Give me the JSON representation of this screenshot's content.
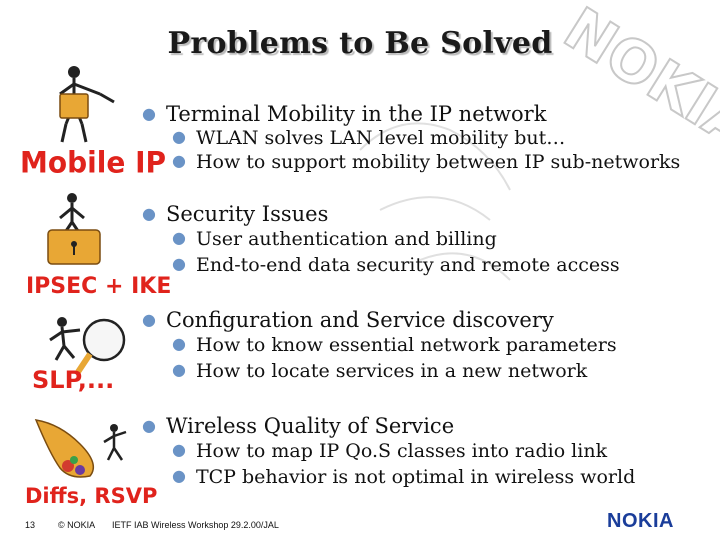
{
  "title": "Problems to Be Solved",
  "watermark_text": "NOKIA",
  "sections": [
    {
      "label": "Mobile IP",
      "main": "Terminal Mobility in the IP network",
      "subs": [
        "WLAN solves LAN level mobility but…",
        "How to support mobility between IP sub-networks"
      ]
    },
    {
      "label": "IPSEC + IKE",
      "main": "Security Issues",
      "subs": [
        "User authentication and billing",
        "End-to-end data security and remote access"
      ]
    },
    {
      "label": "SLP,...",
      "main": "Configuration and Service discovery",
      "subs": [
        "How to know essential network parameters",
        "How to locate services in a new network"
      ]
    },
    {
      "label": "Diffs, RSVP",
      "main": "Wireless Quality of Service",
      "subs": [
        "How to map IP Qo.S classes into radio link",
        "TCP behavior is not optimal in wireless world"
      ]
    }
  ],
  "footer": {
    "page_number": "13",
    "copyright": "© NOKIA",
    "event": "IETF IAB Wireless Workshop 29.2.00/JAL",
    "logo": "NOKIA"
  },
  "colors": {
    "bullet": "#6a93c6",
    "label_red": "#e0231c",
    "logo_blue": "#1a3d9a"
  }
}
